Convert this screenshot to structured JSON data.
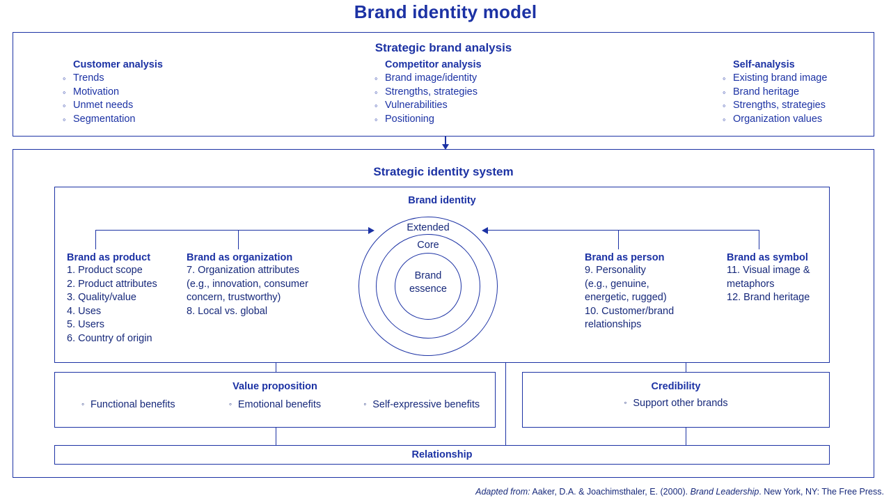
{
  "title": "Brand identity model",
  "colors": {
    "primary": "#1c32a4",
    "text": "#16287a",
    "background": "#ffffff"
  },
  "strategic_brand_analysis": {
    "heading": "Strategic brand analysis",
    "columns": [
      {
        "heading": "Customer analysis",
        "items": [
          "Trends",
          "Motivation",
          "Unmet needs",
          "Segmentation"
        ]
      },
      {
        "heading": "Competitor analysis",
        "items": [
          "Brand image/identity",
          "Strengths, strategies",
          "Vulnerabilities",
          "Positioning"
        ]
      },
      {
        "heading": "Self-analysis",
        "items": [
          "Existing brand image",
          "Brand heritage",
          "Strengths, strategies",
          "Organization values"
        ]
      }
    ]
  },
  "strategic_identity_system": {
    "heading": "Strategic identity system",
    "brand_identity": {
      "heading": "Brand identity",
      "rings": {
        "outer": "Extended",
        "middle": "Core",
        "inner": "Brand\nessence"
      },
      "pillars": [
        {
          "heading": "Brand as product",
          "items": [
            "1. Product scope",
            "2. Product attributes",
            "3. Quality/value",
            "4. Uses",
            "5. Users",
            "6. Country of origin"
          ]
        },
        {
          "heading": "Brand as organization",
          "items": [
            "7. Organization attributes\n    (e.g., innovation, consumer\n    concern, trustworthy)",
            "8. Local vs. global"
          ]
        },
        {
          "heading": "Brand as person",
          "items": [
            "9. Personality\n    (e.g., genuine,\n    energetic, rugged)",
            "10. Customer/brand\n      relationships"
          ]
        },
        {
          "heading": "Brand as symbol",
          "items": [
            "11. Visual image &\n      metaphors",
            "12. Brand heritage"
          ]
        }
      ]
    },
    "value_proposition": {
      "heading": "Value proposition",
      "benefits": [
        "Functional benefits",
        "Emotional benefits",
        "Self-expressive benefits"
      ]
    },
    "credibility": {
      "heading": "Credibility",
      "items": [
        "Support other brands"
      ]
    },
    "relationship": {
      "heading": "Relationship"
    }
  },
  "footer": {
    "prefix": "Adapted from:",
    "authors": " Aaker, D.A. & Joachimsthaler, E. (2000). ",
    "work": "Brand Leadership",
    "suffix": ". New York, NY: The Free Press."
  }
}
